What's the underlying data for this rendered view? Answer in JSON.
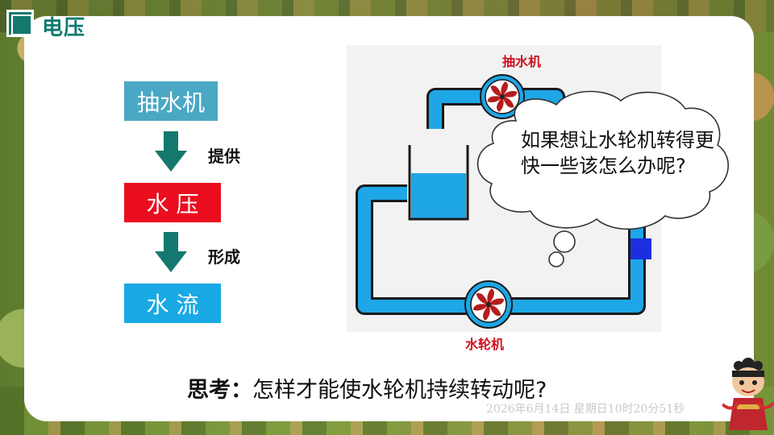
{
  "header": {
    "title": "电压"
  },
  "flow": {
    "step1": "抽水机",
    "arrow1_label": "提供",
    "step2": "水 压",
    "arrow2_label": "形成",
    "step3": "水 流"
  },
  "diagram": {
    "pump_label": "抽水机",
    "wheel_label": "水轮机",
    "thought_bubble": "如果想让水轮机转得更快一些该怎么办呢?"
  },
  "question": {
    "prefix": "思考：",
    "text": "怎样才能使水轮机持续转动呢?"
  },
  "footer": {
    "timestamp": "2026年6月14日 星期日10时20分51秒"
  },
  "colors": {
    "title": "#0f7a6f",
    "box_pump": "#4aa8c4",
    "box_pressure": "#ea0e1f",
    "box_flow": "#19a9e4",
    "arrow": "#14786e",
    "pipe": "#1ea6e6",
    "pump_label": "#d0101d"
  },
  "icons": [
    "down-arrow-icon",
    "pump-impeller-icon",
    "waterwheel-impeller-icon",
    "valve-icon",
    "cartoon-character-icon"
  ]
}
